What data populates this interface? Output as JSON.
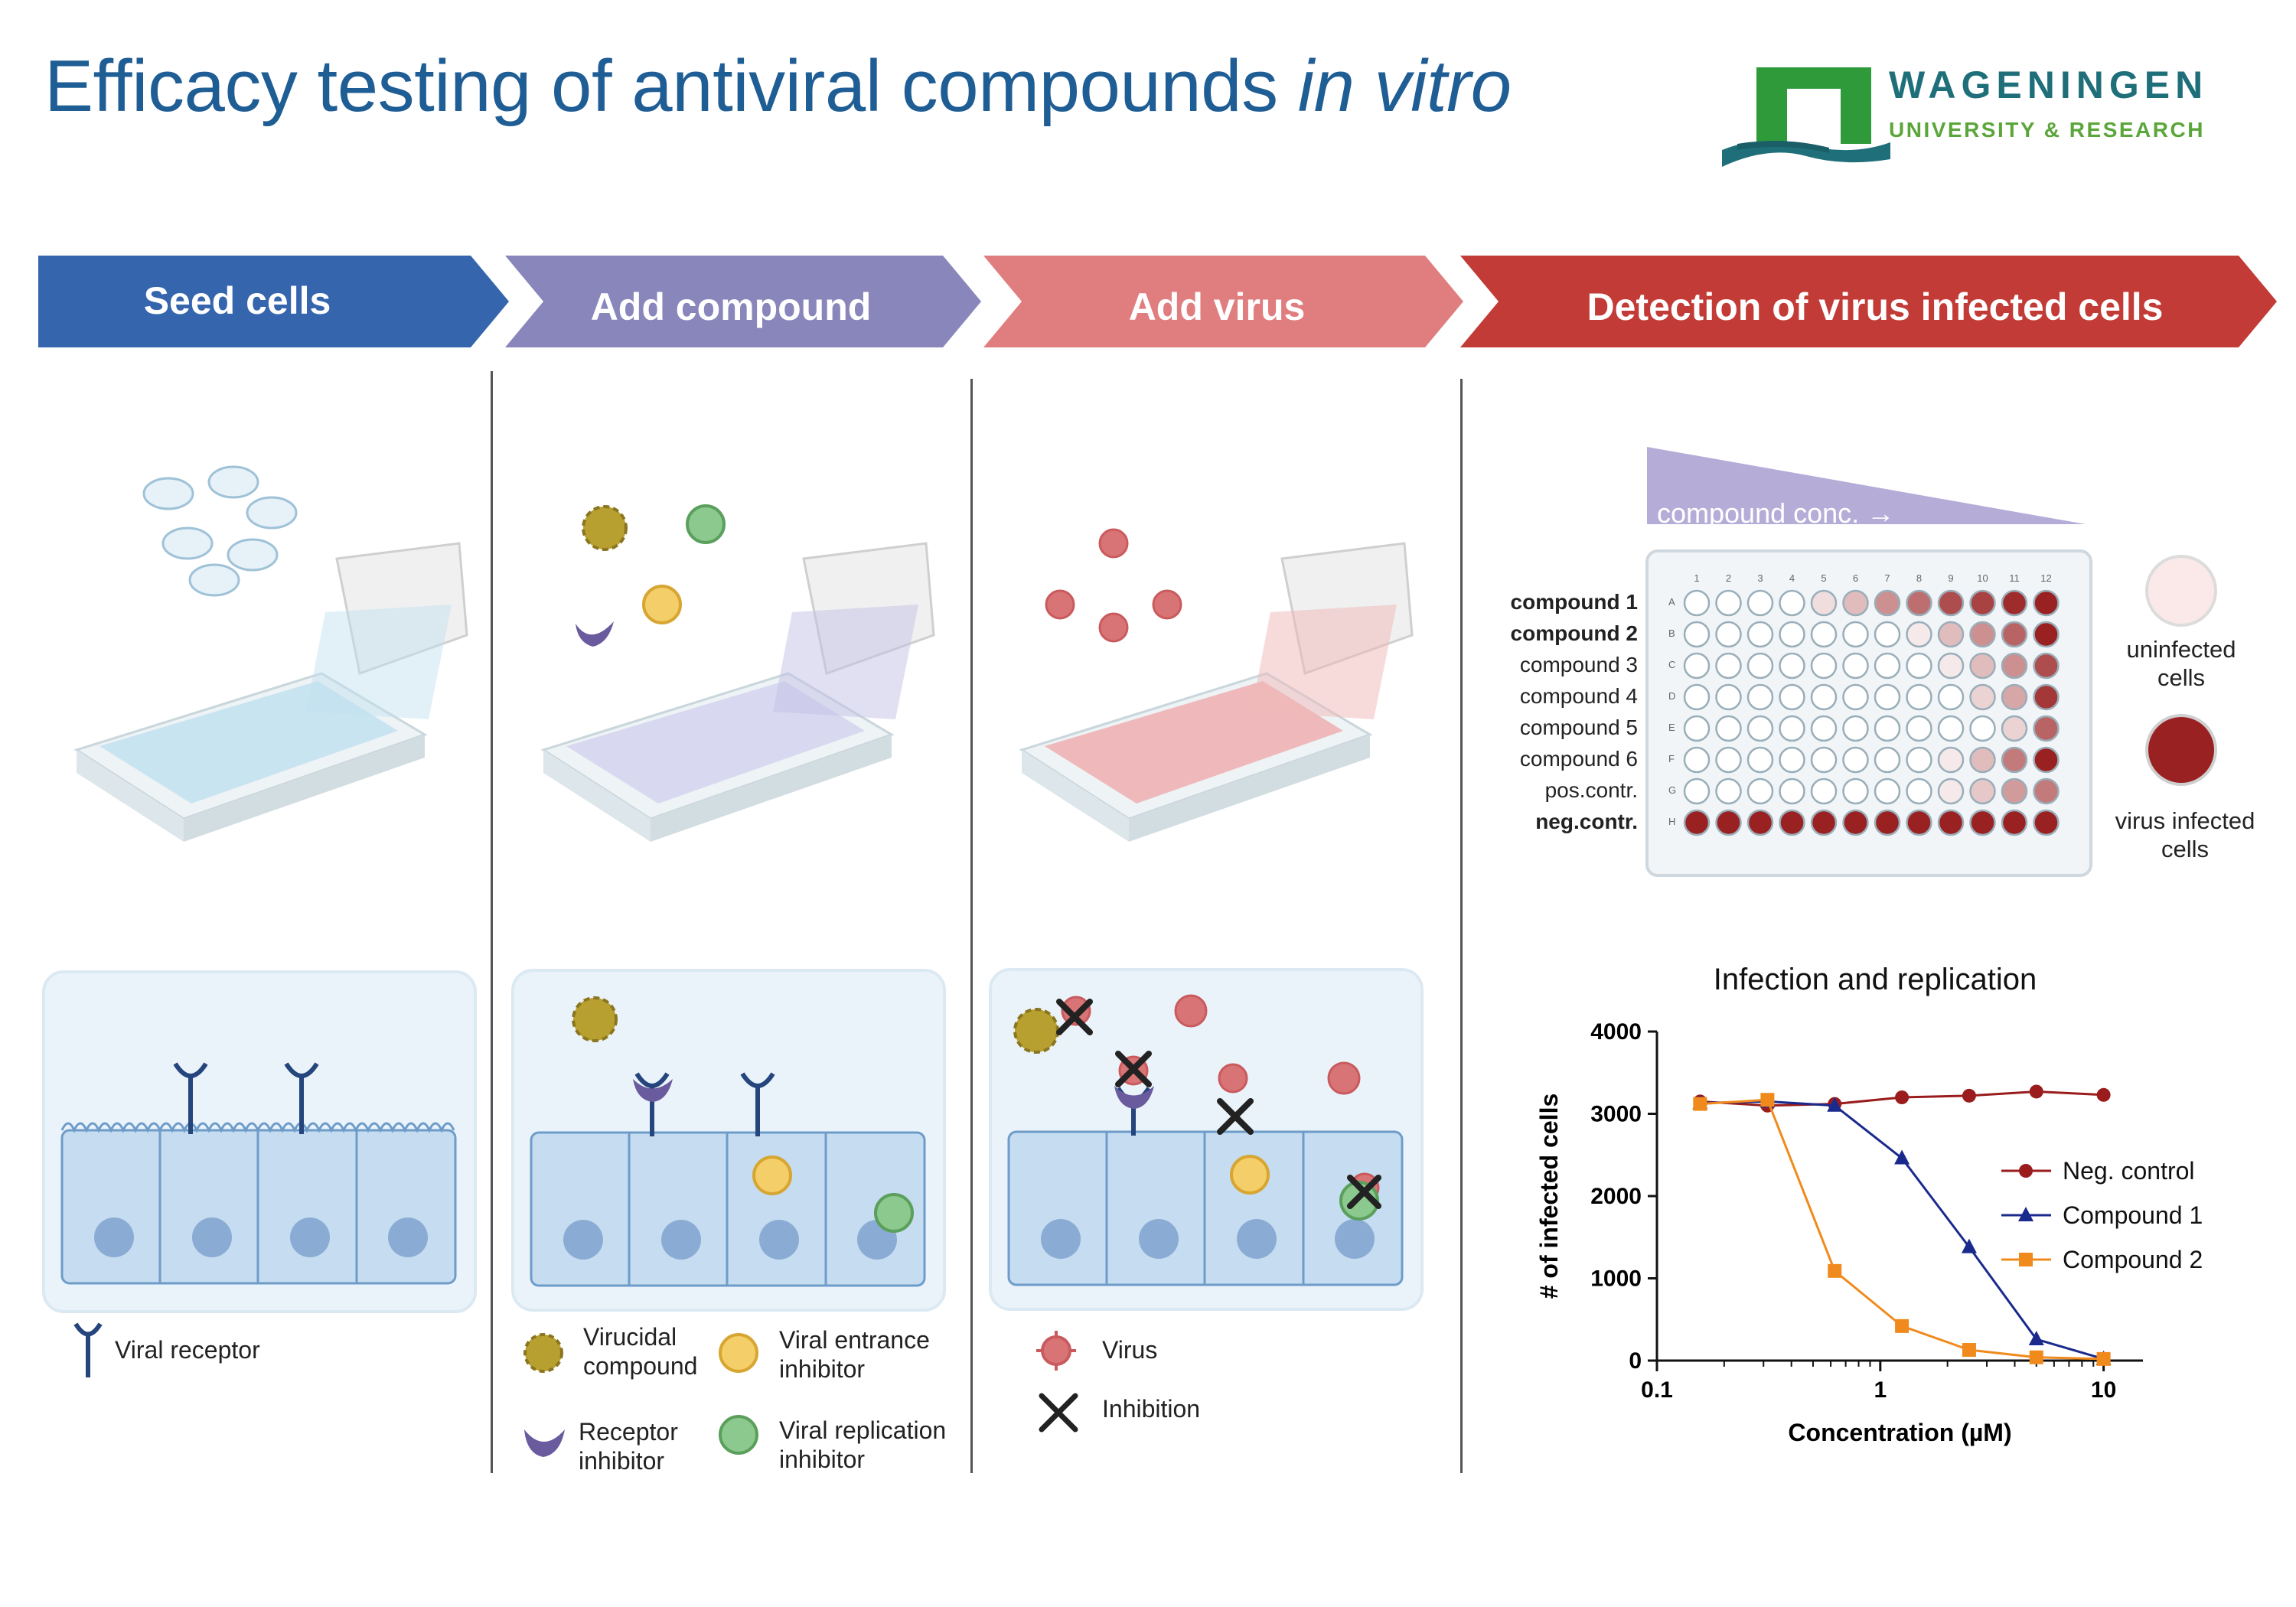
{
  "title": {
    "main": "Efficacy testing of antiviral compounds ",
    "italic": "in vitro"
  },
  "logo": {
    "line1": "WAGENINGEN",
    "line2": "UNIVERSITY & RESEARCH"
  },
  "steps": [
    {
      "label": "Seed cells",
      "color": "#3465ad"
    },
    {
      "label": "Add compound",
      "color": "#8886bb"
    },
    {
      "label": "Add virus",
      "color": "#e07e7f"
    },
    {
      "label": "Detection of virus infected cells",
      "color": "#c23b36"
    }
  ],
  "legends": {
    "step1": {
      "viral_receptor": "Viral receptor"
    },
    "step2": {
      "virucidal": "Virucidal compound",
      "entrance": "Viral entrance inhibitor",
      "receptor": "Receptor inhibitor",
      "replication": "Viral replication inhibitor"
    },
    "step3": {
      "virus": "Virus",
      "inhibition": "Inhibition"
    }
  },
  "plate": {
    "gradient_label": "compound conc. →",
    "columns": [
      "1",
      "2",
      "3",
      "4",
      "5",
      "6",
      "7",
      "8",
      "9",
      "10",
      "11",
      "12"
    ],
    "row_letters": [
      "A",
      "B",
      "C",
      "D",
      "E",
      "F",
      "G",
      "H"
    ],
    "row_labels": [
      "compound 1",
      "compound 2",
      "compound 3",
      "compound 4",
      "compound 5",
      "compound 6",
      "pos.contr.",
      "neg.contr."
    ],
    "bold_rows": [
      0,
      1,
      7
    ],
    "infection_levels": [
      [
        0,
        0,
        0,
        0,
        0.15,
        0.3,
        0.5,
        0.65,
        0.8,
        0.85,
        0.95,
        1
      ],
      [
        0,
        0,
        0,
        0,
        0,
        0,
        0,
        0.1,
        0.3,
        0.5,
        0.7,
        1
      ],
      [
        0,
        0,
        0,
        0,
        0,
        0,
        0,
        0,
        0.1,
        0.3,
        0.5,
        0.8
      ],
      [
        0,
        0,
        0,
        0,
        0,
        0,
        0,
        0,
        0,
        0.2,
        0.4,
        0.9
      ],
      [
        0,
        0,
        0,
        0,
        0,
        0,
        0,
        0,
        0,
        0,
        0.2,
        0.7
      ],
      [
        0,
        0,
        0,
        0,
        0,
        0,
        0,
        0,
        0.1,
        0.3,
        0.6,
        1
      ],
      [
        0,
        0,
        0,
        0,
        0,
        0,
        0,
        0,
        0.1,
        0.25,
        0.45,
        0.6
      ],
      [
        1,
        1,
        1,
        1,
        1,
        1,
        1,
        1,
        1,
        1,
        1,
        1
      ]
    ],
    "legend_uninfected": "uninfected cells",
    "legend_infected": "virus infected cells",
    "uninfected_color": "#fbe9ea",
    "infected_color": "#9a2121"
  },
  "chart_data": {
    "type": "line",
    "title": "Infection and replication",
    "xlabel": "Concentration (µM)",
    "ylabel": "# of infected cells",
    "x_scale": "log",
    "xlim": [
      0.1,
      15
    ],
    "ylim": [
      0,
      4000
    ],
    "x_ticks": [
      0.1,
      1,
      10
    ],
    "x_tick_labels": [
      "0.1",
      "1",
      "10"
    ],
    "y_ticks": [
      0,
      1000,
      2000,
      3000,
      4000
    ],
    "y_tick_labels": [
      "0",
      "1000",
      "2000",
      "3000",
      "4000"
    ],
    "legend_position": "right",
    "series": [
      {
        "name": "Neg. control",
        "marker": "circle",
        "color": "#9a1c1c",
        "x": [
          0.156,
          0.3125,
          0.625,
          1.25,
          2.5,
          5,
          10
        ],
        "y": [
          3150,
          3100,
          3120,
          3200,
          3220,
          3270,
          3230
        ]
      },
      {
        "name": "Compound 1",
        "marker": "triangle",
        "color": "#1a2a8c",
        "x": [
          0.156,
          0.3125,
          0.625,
          1.25,
          2.5,
          5,
          10
        ],
        "y": [
          3130,
          3150,
          3100,
          2460,
          1380,
          260,
          20
        ]
      },
      {
        "name": "Compound 2",
        "marker": "square",
        "color": "#f08a1c",
        "x": [
          0.156,
          0.3125,
          0.625,
          1.25,
          2.5,
          5,
          10
        ],
        "y": [
          3120,
          3170,
          1090,
          420,
          130,
          40,
          20
        ]
      }
    ]
  }
}
